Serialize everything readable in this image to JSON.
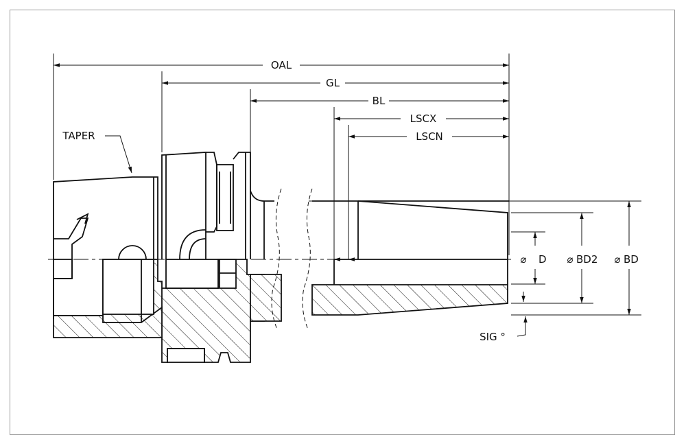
{
  "drawing": {
    "labels": {
      "oal": "OAL",
      "gl": "GL",
      "bl": "BL",
      "lscx": "LSCX",
      "lscn": "LSCN",
      "taper": "TAPER",
      "d": "D",
      "bd2": "BD2",
      "bd": "BD",
      "sig": "SIG °"
    },
    "diameter_symbol": "⌀"
  }
}
